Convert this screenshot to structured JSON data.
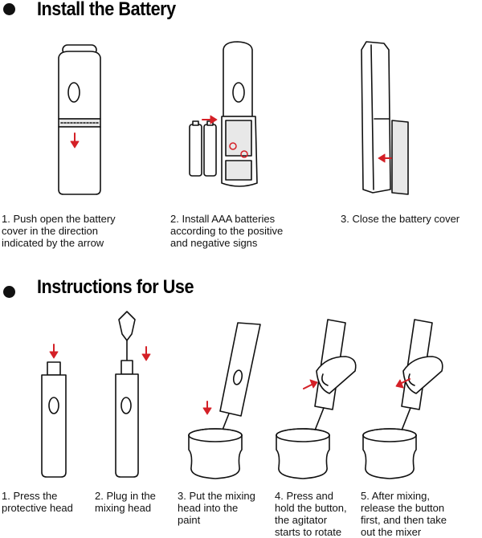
{
  "sections": [
    {
      "heading": "Install the Battery",
      "steps": [
        {
          "lines": [
            "1. Push open the battery",
            "cover in the direction",
            "indicated by the arrow"
          ]
        },
        {
          "lines": [
            "2. Install AAA batteries",
            "according to the positive",
            "and negative signs"
          ]
        },
        {
          "lines": [
            "3. Close the battery cover"
          ]
        }
      ]
    },
    {
      "heading": "Instructions for Use",
      "steps": [
        {
          "lines": [
            "1. Press the",
            "protective head"
          ]
        },
        {
          "lines": [
            "2. Plug in the",
            "mixing head"
          ]
        },
        {
          "lines": [
            "3. Put the mixing",
            "head into the",
            "paint"
          ]
        },
        {
          "lines": [
            "4. Press and",
            "hold the button,",
            "the agitator",
            "starts to rotate"
          ]
        },
        {
          "lines": [
            "5. After mixing,",
            "release the button",
            "first, and then take",
            "out the mixer"
          ]
        }
      ]
    }
  ],
  "colors": {
    "arrow": "#d42027",
    "line": "#111111",
    "fill": "#ffffff",
    "shade": "#e8e8e8"
  }
}
